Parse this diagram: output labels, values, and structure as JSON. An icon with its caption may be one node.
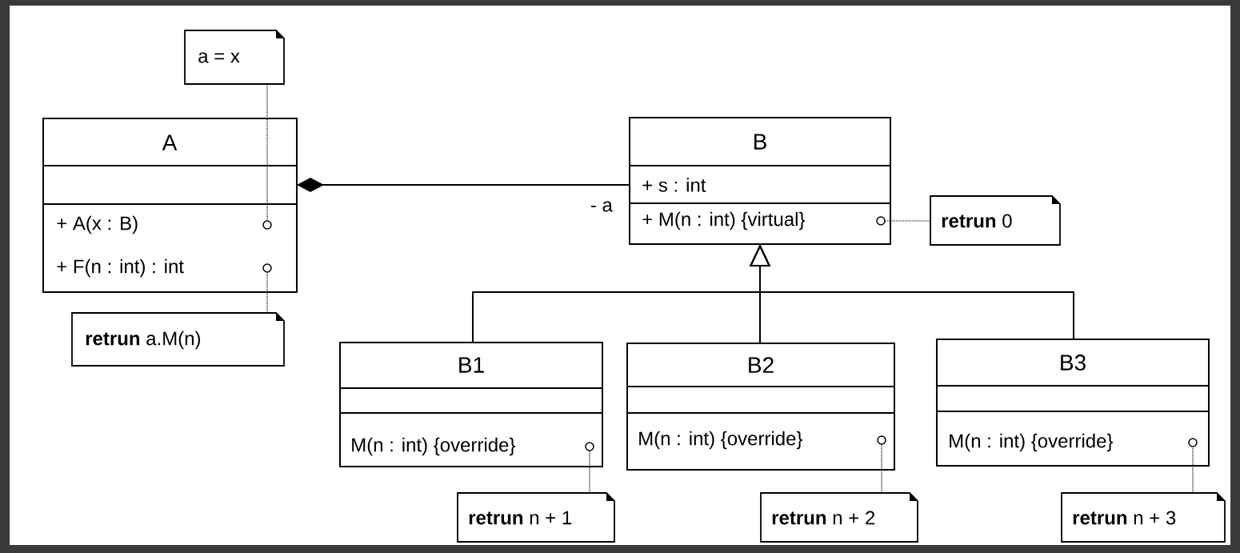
{
  "diagram": {
    "nodes": [
      {
        "text": [
          "a = x"
        ]
      },
      {
        "text": [
          "A",
          "+ A(x : B)",
          "+ F(n : int) : int"
        ]
      },
      {
        "text": [
          "B",
          "+ s : int",
          "+ M(n : int) {virtual}"
        ]
      },
      {
        "text": [
          "**retrun** 0"
        ]
      },
      {
        "text": [
          "**retrun** a.M(n)"
        ]
      },
      {
        "text": [
          "B1",
          "M(n : int) {override}"
        ]
      },
      {
        "text": [
          "B2",
          "M(n : int) {override}"
        ]
      },
      {
        "text": [
          "B3",
          "M(n : int) {override}"
        ]
      },
      {
        "text": [
          "**retrun** n + 1"
        ]
      },
      {
        "text": [
          "**retrun** n + 2"
        ]
      },
      {
        "text": [
          "**retrun** n + 3"
        ]
      },
      {
        "text": [],
        "shape": "circle",
        "in": 1
      },
      {
        "text": [],
        "shape": "circle",
        "in": 1
      },
      {
        "text": [],
        "shape": "circle",
        "in": 2
      },
      {
        "text": [],
        "shape": "circle",
        "in": 5
      },
      {
        "text": [],
        "shape": "circle",
        "in": 6
      },
      {
        "text": [],
        "shape": "circle",
        "in": 7
      }
    ],
    "edges": [
      {
        "from": 1,
        "to": 2,
        "arrow": "other",
        "label": "- a"
      },
      {
        "from": 0,
        "to": 11,
        "arrow": "none",
        "style": "dashed"
      },
      {
        "from": 4,
        "to": 12,
        "arrow": "none",
        "style": "dashed"
      },
      {
        "from": 3,
        "to": 13,
        "arrow": "none",
        "style": "dashed"
      },
      {
        "from": 5,
        "to": 2,
        "arrow": "to"
      },
      {
        "from": 6,
        "to": 2,
        "arrow": "to"
      },
      {
        "from": 7,
        "to": 2,
        "arrow": "to"
      },
      {
        "from": 8,
        "to": 14,
        "arrow": "none",
        "style": "dashed"
      },
      {
        "from": 9,
        "to": 15,
        "arrow": "none",
        "style": "dashed"
      },
      {
        "from": 10,
        "to": 16,
        "arrow": "none",
        "style": "dashed"
      }
    ]
  }
}
